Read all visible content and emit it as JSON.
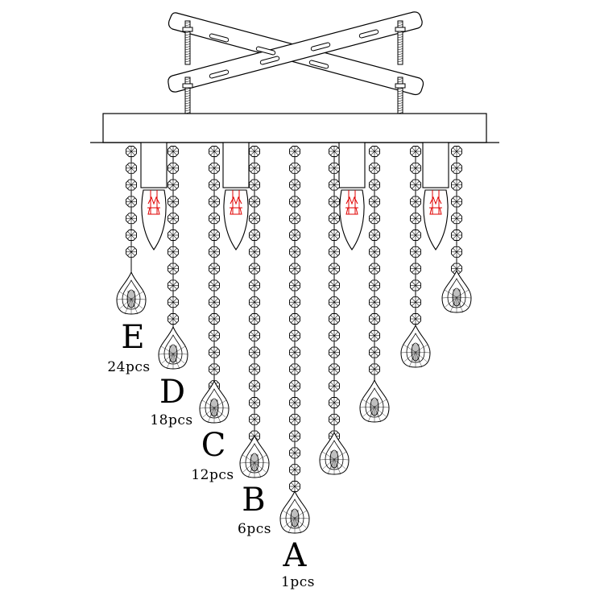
{
  "colors": {
    "line": "#000000",
    "filament": "#e00000",
    "background": "#ffffff"
  },
  "strands": [
    {
      "letter": "A",
      "qty": "1pcs"
    },
    {
      "letter": "B",
      "qty": "6pcs"
    },
    {
      "letter": "C",
      "qty": "12pcs"
    },
    {
      "letter": "D",
      "qty": "18pcs"
    },
    {
      "letter": "E",
      "qty": "24pcs"
    }
  ],
  "bulbs": 4
}
